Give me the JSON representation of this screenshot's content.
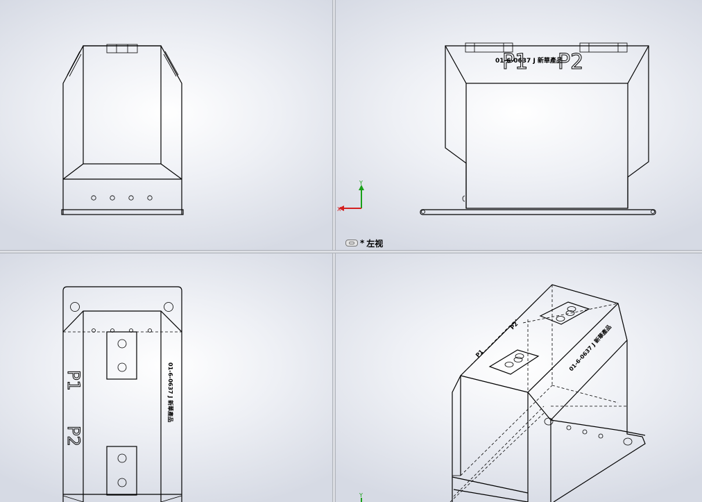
{
  "views": {
    "left_view": {
      "label_prefix": "*",
      "label": "左视",
      "triad": {
        "x_label": "X",
        "y_label": "Y"
      }
    },
    "iso_view": {
      "triad": {
        "y_label": "Y"
      }
    }
  },
  "engravings": {
    "p1": "P1",
    "p2": "P2",
    "serial_text": "01-6-0637 J 新華產品"
  },
  "colors": {
    "background_center": "#ffffff",
    "background_edge": "#d6dae4",
    "triad_x": "#d42020",
    "triad_y": "#19a019",
    "line": "#000000"
  }
}
